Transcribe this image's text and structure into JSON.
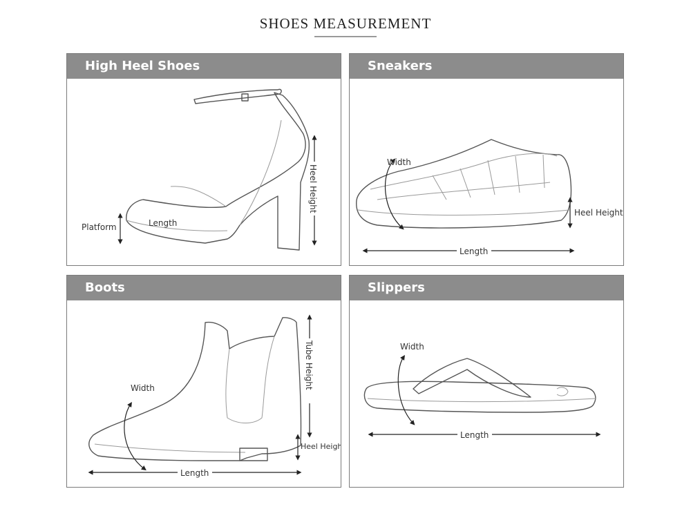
{
  "page": {
    "title": "SHOES MEASUREMENT"
  },
  "cards": {
    "high_heel": {
      "title": "High Heel Shoes",
      "labels": {
        "platform": "Platform",
        "length": "Length",
        "heel_height": "Heel Height"
      }
    },
    "sneakers": {
      "title": "Sneakers",
      "labels": {
        "width": "Width",
        "heel_height": "Heel Height",
        "length": "Length"
      }
    },
    "boots": {
      "title": "Boots",
      "labels": {
        "width": "Width",
        "tube_height": "Tube Height",
        "heel_height": "Heel Height",
        "length": "Length"
      }
    },
    "slippers": {
      "title": "Slippers",
      "labels": {
        "width": "Width",
        "length": "Length"
      }
    }
  },
  "colors": {
    "header_bg": "#8c8c8c",
    "header_text": "#ffffff",
    "border": "#7a7a7a"
  }
}
